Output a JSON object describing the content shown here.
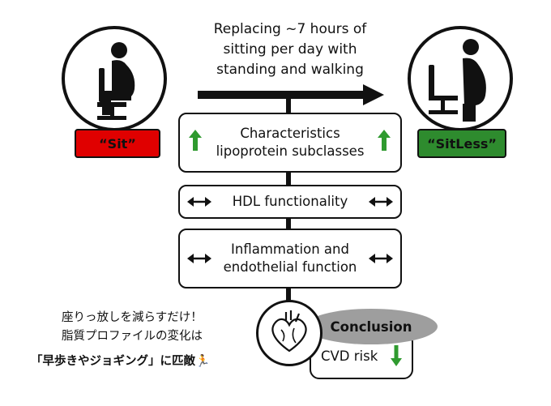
{
  "header_text": {
    "line1": "Replacing ~7 hours of",
    "line2": "sitting per day with",
    "line3": "standing and walking"
  },
  "left_badge": {
    "label": "“Sit”",
    "color": "#e00000"
  },
  "right_badge": {
    "label": "“SitLess”",
    "color": "#2e8b2e"
  },
  "boxes": {
    "box1": {
      "line1": "Characteristics",
      "line2": "lipoprotein subclasses",
      "indicator": "increase"
    },
    "box2": {
      "line1": "HDL functionality",
      "indicator": "no-change"
    },
    "box3": {
      "line1": "Inflammation and",
      "line2": "endothelial function",
      "indicator": "no-change"
    }
  },
  "conclusion": {
    "label": "Conclusion",
    "outcome": "CVD risk",
    "indicator": "decrease"
  },
  "japanese_caption": {
    "line1": "座りっ放しを減らすだけ！",
    "line2": "脂質プロファイルの変化は",
    "line3": "「早歩きやジョギング」に匹敵🏃"
  },
  "icons": {
    "left": "seated-person-icon",
    "right": "standing-person-icon",
    "conclusion": "heart-icon",
    "up": "green-up-arrow-icon",
    "down": "green-down-arrow-icon",
    "both": "double-arrow-icon"
  },
  "colors": {
    "green_arrow": "#2f9a2f",
    "sit_red": "#e00000",
    "sitless_green": "#2e8b2e",
    "conclusion_gray": "#9e9e9e"
  }
}
